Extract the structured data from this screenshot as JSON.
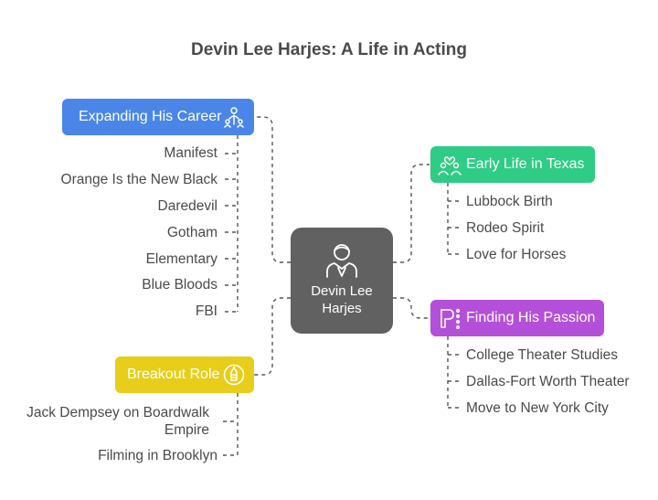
{
  "title": "Devin Lee Harjes: A Life in Acting",
  "center": {
    "label_line1": "Devin Lee",
    "label_line2": "Harjes",
    "icon": "actor-person-icon"
  },
  "branches": {
    "career": {
      "label": "Expanding His Career",
      "icon": "people-network-icon",
      "color": "#4a86e8",
      "items": [
        "Manifest",
        "Orange Is the New Black",
        "Daredevil",
        "Gotham",
        "Elementary",
        "Blue Bloods",
        "FBI"
      ]
    },
    "early": {
      "label": "Early Life in Texas",
      "icon": "family-heart-icon",
      "color": "#2ecc84",
      "items": [
        "Lubbock Birth",
        "Rodeo Spirit",
        "Love for Horses"
      ]
    },
    "passion": {
      "label": "Finding His Passion",
      "icon": "theater-p-icon",
      "color": "#b44fd9",
      "items": [
        "College Theater Studies",
        "Dallas-Fort Worth Theater",
        "Move to New York City"
      ]
    },
    "breakout": {
      "label": "Breakout Role",
      "icon": "award-badge-icon",
      "color": "#e6ce1a",
      "items": [
        "Jack Dempsey on Boardwalk Empire",
        "Filming in Brooklyn"
      ]
    }
  }
}
